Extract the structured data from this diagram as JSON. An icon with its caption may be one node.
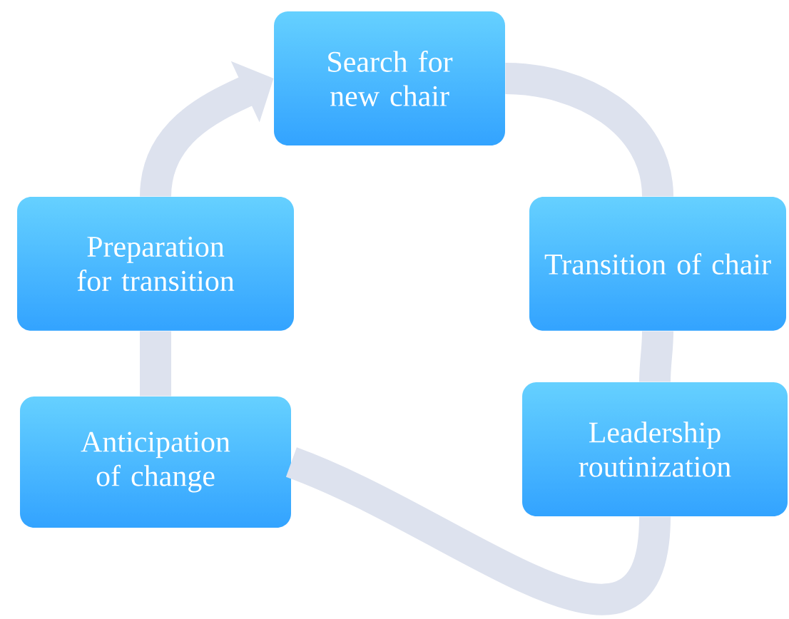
{
  "diagram": {
    "nodes": [
      {
        "text": [
          "Search for new chair"
        ]
      },
      {
        "text": [
          "Transition of chair"
        ]
      },
      {
        "text": [
          "Leadership routinization"
        ]
      },
      {
        "text": [
          "Anticipation of change"
        ]
      },
      {
        "text": [
          "Preparation for transition"
        ]
      }
    ],
    "edges": [
      {
        "from": 0,
        "to": 1,
        "arrow": "none"
      },
      {
        "from": 1,
        "to": 2,
        "arrow": "none"
      },
      {
        "from": 2,
        "to": 3,
        "arrow": "none"
      },
      {
        "from": 3,
        "to": 4,
        "arrow": "none"
      },
      {
        "from": 4,
        "to": 0,
        "arrow": "to"
      }
    ]
  }
}
